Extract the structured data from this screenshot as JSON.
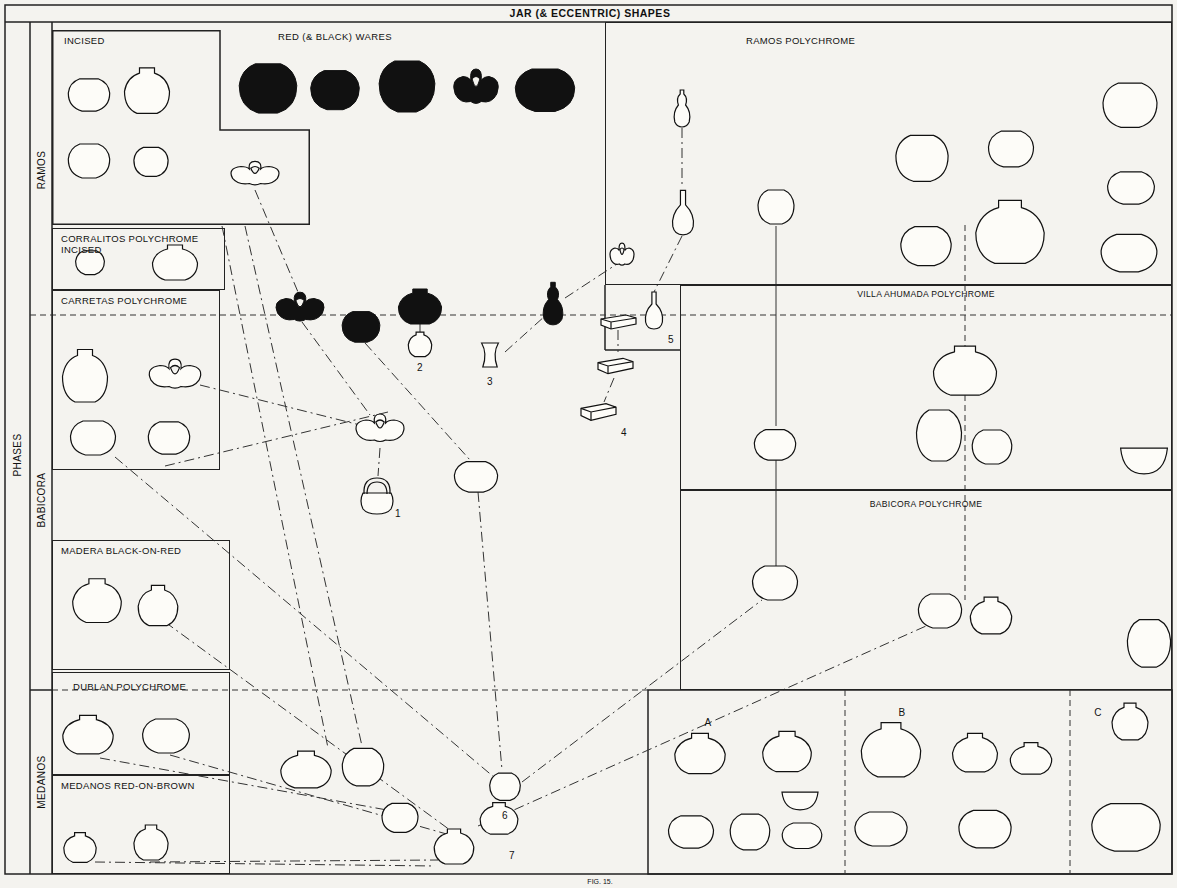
{
  "diagram": {
    "title": "JAR (& ECCENTRIC) SHAPES",
    "caption": "FIG. 15.",
    "nodes": [
      {
        "text": [
          "INCISED"
        ]
      },
      {
        "text": [
          "RAMOS POLYCHROME"
        ]
      },
      {
        "text": [
          "CORRALITOS POLYCHROME INCISED"
        ]
      },
      {
        "text": [
          "CARRETAS POLYCHROME"
        ]
      },
      {
        "text": [
          "VILLA AHUMADA POLYCHROME"
        ]
      },
      {
        "text": [
          "BABICORA POLYCHROME"
        ]
      },
      {
        "text": [
          "MADERA BLACK-ON-RED"
        ]
      },
      {
        "text": [
          "DUBLAN POLYCHROME"
        ]
      },
      {
        "text": [
          "MEDANOS RED-ON-BROWN"
        ]
      }
    ],
    "labels": [
      "RED (& BLACK) WARES",
      "PHASES",
      "RAMOS",
      "BABICORA",
      "MEDANOS",
      "1",
      "2",
      "3",
      "4",
      "5",
      "6",
      "7",
      "A",
      "B",
      "C"
    ]
  }
}
